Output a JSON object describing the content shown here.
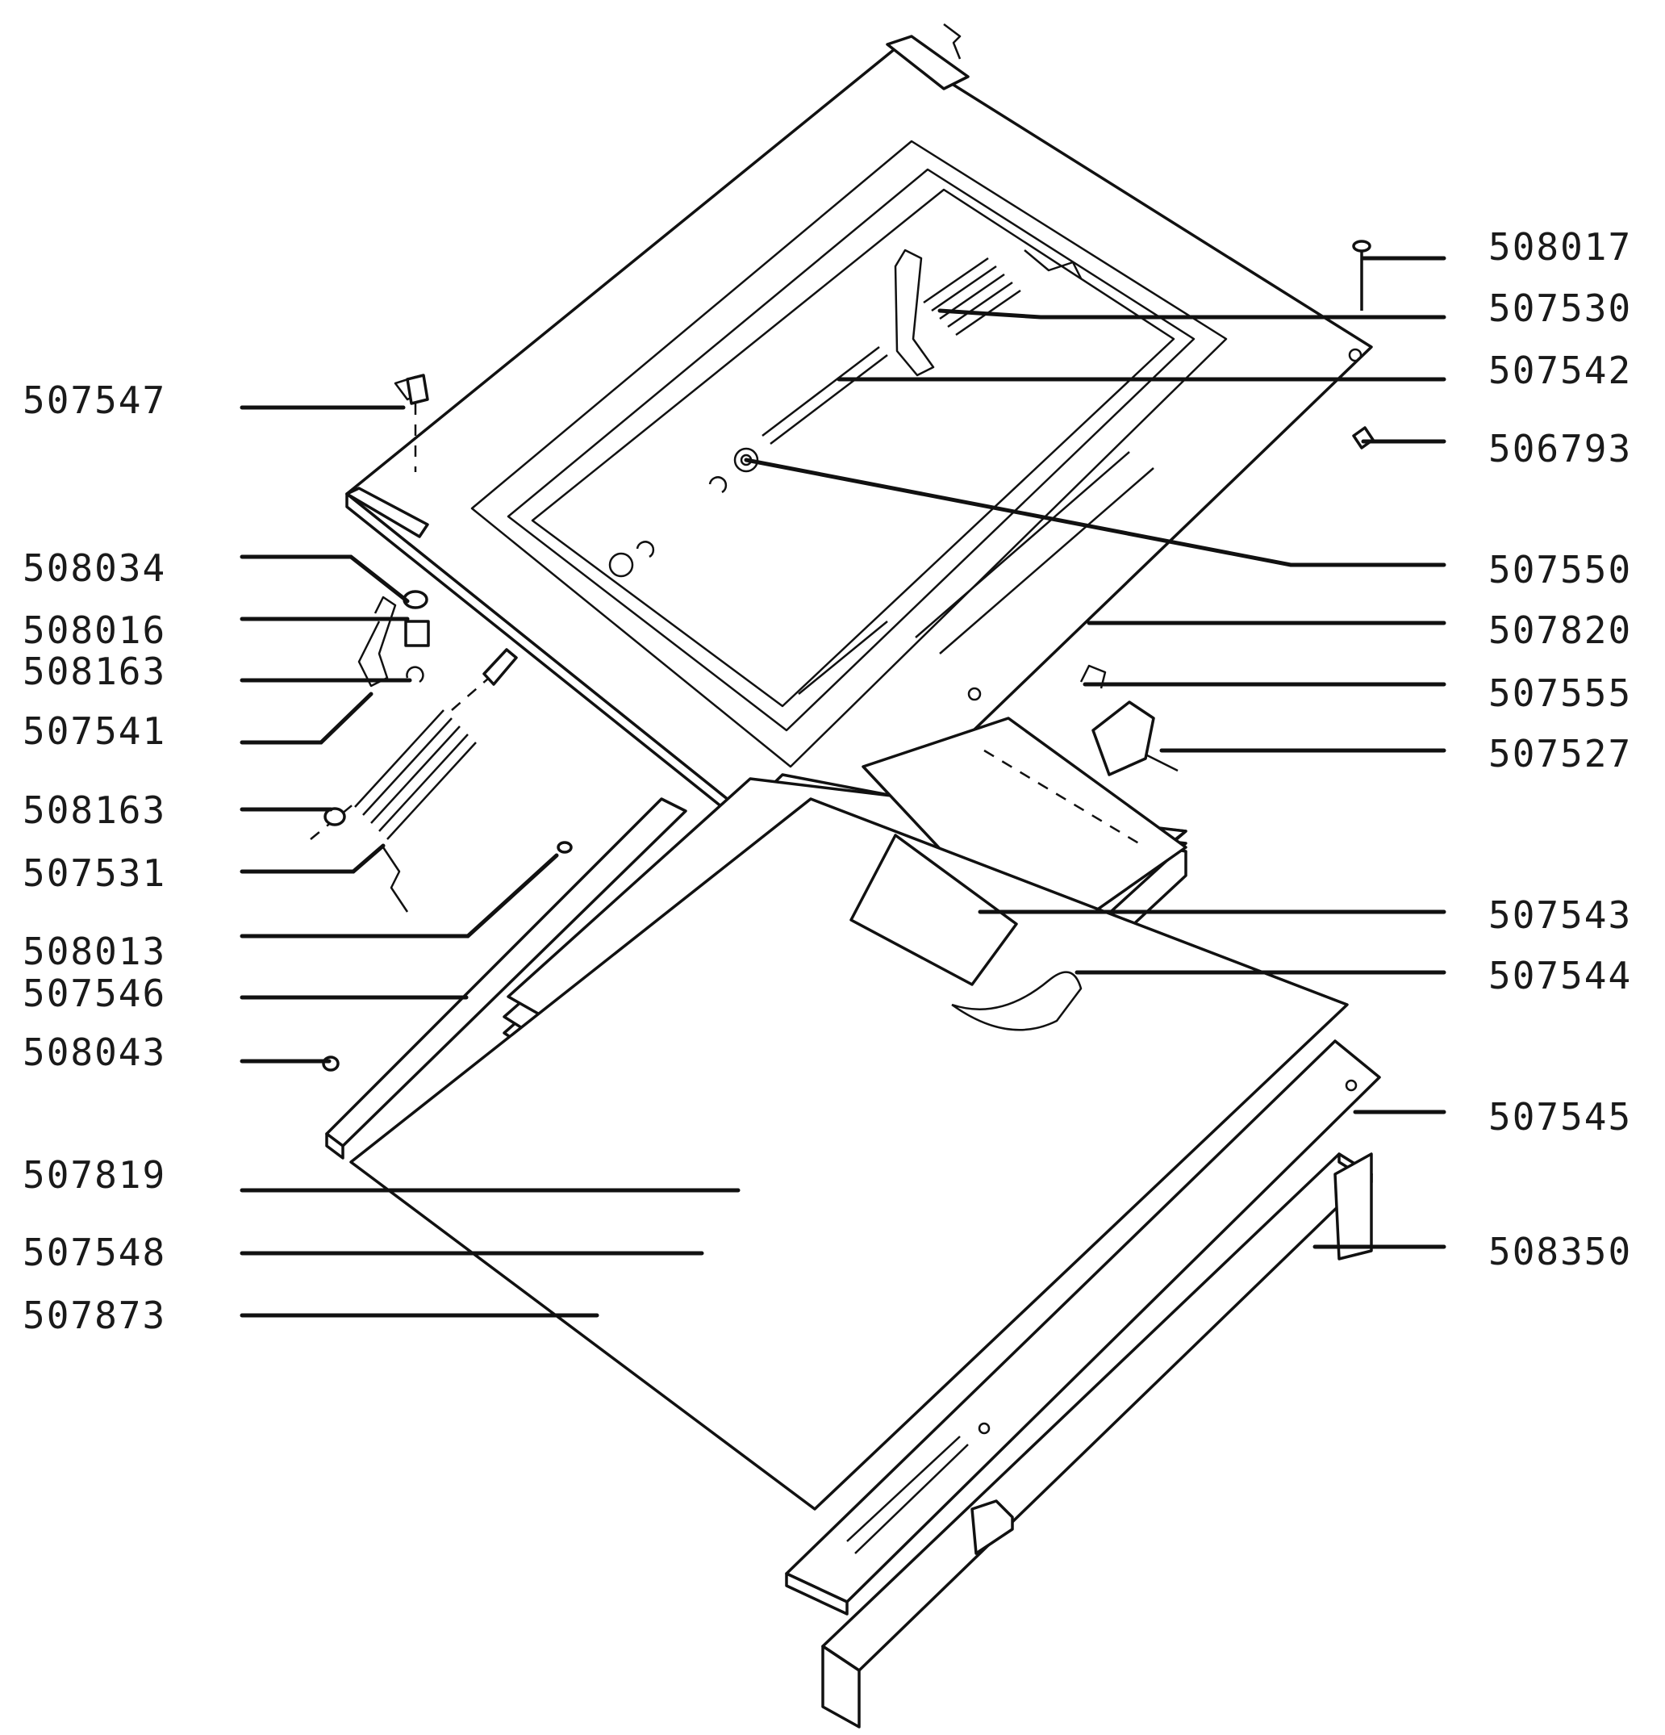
{
  "labels_left": [
    {
      "id": "l1",
      "text": "507547"
    },
    {
      "id": "l2",
      "text": "508034"
    },
    {
      "id": "l3",
      "text": "508016"
    },
    {
      "id": "l4",
      "text": "508163"
    },
    {
      "id": "l5",
      "text": "507541"
    },
    {
      "id": "l6",
      "text": "508163"
    },
    {
      "id": "l7",
      "text": "507531"
    },
    {
      "id": "l8",
      "text": "508013"
    },
    {
      "id": "l9",
      "text": "507546"
    },
    {
      "id": "l10",
      "text": "508043"
    },
    {
      "id": "l11",
      "text": "507819"
    },
    {
      "id": "l12",
      "text": "507548"
    },
    {
      "id": "l13",
      "text": "507873"
    }
  ],
  "labels_right": [
    {
      "id": "r1",
      "text": "508017"
    },
    {
      "id": "r2",
      "text": "507530"
    },
    {
      "id": "r3",
      "text": "507542"
    },
    {
      "id": "r4",
      "text": "506793"
    },
    {
      "id": "r5",
      "text": "507550"
    },
    {
      "id": "r6",
      "text": "507820"
    },
    {
      "id": "r7",
      "text": "507555"
    },
    {
      "id": "r8",
      "text": "507527"
    },
    {
      "id": "r9",
      "text": "507543"
    },
    {
      "id": "r10",
      "text": "507544"
    },
    {
      "id": "r11",
      "text": "507545"
    },
    {
      "id": "r12",
      "text": "508350"
    }
  ]
}
